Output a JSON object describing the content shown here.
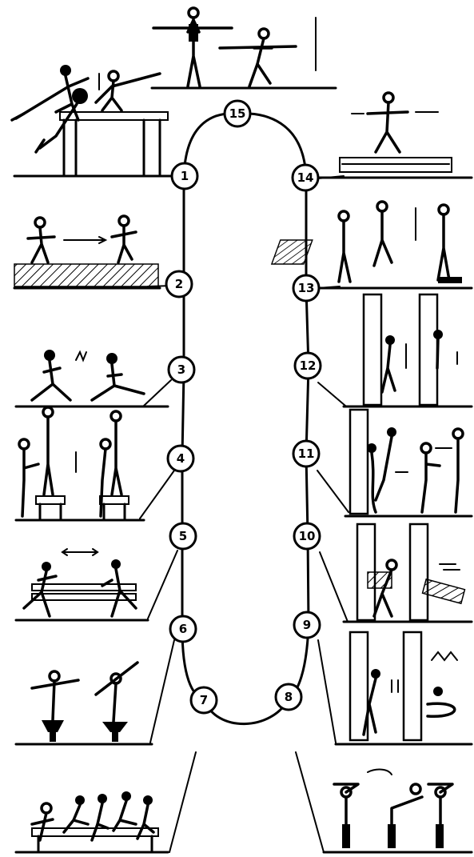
{
  "diagram": {
    "stations": [
      "1",
      "2",
      "3",
      "4",
      "5",
      "6",
      "7",
      "8",
      "9",
      "10",
      "11",
      "12",
      "13",
      "14",
      "15"
    ],
    "colors": {
      "ink": "#000000",
      "background": "#ffffff"
    },
    "panels": [
      {
        "id": "balance-beam-pair"
      },
      {
        "id": "hatched-floor-run"
      },
      {
        "id": "floor-lunge"
      },
      {
        "id": "step-up-bench"
      },
      {
        "id": "rope-jump-run"
      },
      {
        "id": "balance-disc"
      },
      {
        "id": "bench-hops"
      },
      {
        "id": "stand-rotation"
      },
      {
        "id": "wall-bars-swing"
      },
      {
        "id": "wall-bars-lift"
      },
      {
        "id": "wall-bars-hang"
      },
      {
        "id": "wall-bars-climb"
      },
      {
        "id": "mat-walk"
      },
      {
        "id": "beam-walk"
      },
      {
        "id": "stick-exercise"
      }
    ]
  }
}
